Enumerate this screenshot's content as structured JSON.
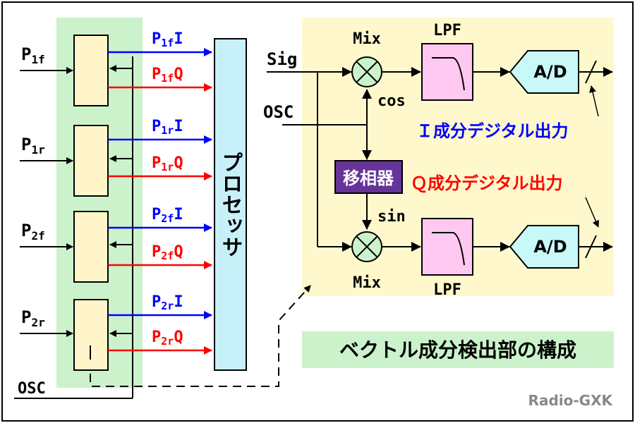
{
  "left_block": {
    "channels": [
      {
        "id": "1f",
        "label_main": "P",
        "label_sub": "1f",
        "i_main": "P",
        "i_sub": "1f",
        "i_suffix": "I",
        "q_main": "P",
        "q_sub": "1f",
        "q_suffix": "Q"
      },
      {
        "id": "1r",
        "label_main": "P",
        "label_sub": "1r",
        "i_main": "P",
        "i_sub": "1r",
        "i_suffix": "I",
        "q_main": "P",
        "q_sub": "1r",
        "q_suffix": "Q"
      },
      {
        "id": "2f",
        "label_main": "P",
        "label_sub": "2f",
        "i_main": "P",
        "i_sub": "2f",
        "i_suffix": "I",
        "q_main": "P",
        "q_sub": "2f",
        "q_suffix": "Q"
      },
      {
        "id": "2r",
        "label_main": "P",
        "label_sub": "2r",
        "i_main": "P",
        "i_sub": "2r",
        "i_suffix": "I",
        "q_main": "P",
        "q_sub": "2r",
        "q_suffix": "Q"
      }
    ],
    "osc_label": "OSC",
    "processor_label": "プロセッサ"
  },
  "right_block": {
    "sig_label": "Sig",
    "osc_label": "OSC",
    "mix_label_top": "Mix",
    "mix_label_bottom": "Mix",
    "lpf_label_top": "LPF",
    "lpf_label_bottom": "LPF",
    "ad_label_top": "A/D",
    "ad_label_bottom": "A/D",
    "cos_label": "cos",
    "sin_label": "sin",
    "phase_shifter_label": "移相器",
    "i_output_label": "Ｉ成分デジタル出力",
    "q_output_label": "Ｑ成分デジタル出力",
    "caption": "ベクトル成分検出部の構成"
  },
  "credit": "Radio-GXK",
  "colors": {
    "left_bg": "#ccf2cc",
    "right_bg": "#fff8cc",
    "box_fill": "#fff5c8",
    "processor_fill": "#c8f0f8",
    "lpf_fill": "#ffc8f0",
    "ad_fill": "#c8f8f8",
    "phase_fill": "#663399",
    "i_color": "#0000ff",
    "q_color": "#ff0000",
    "caption_bg": "#ccf2cc",
    "credit_color": "#888888"
  }
}
